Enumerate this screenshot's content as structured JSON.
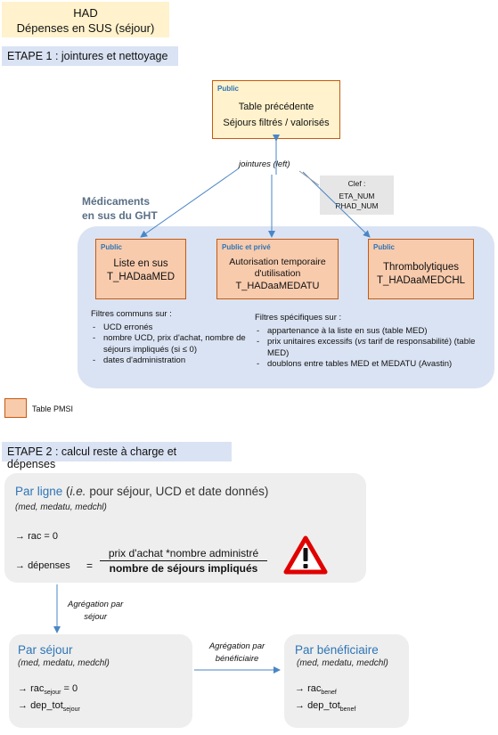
{
  "header": {
    "line1": "HAD",
    "line2": "Dépenses en SUS (séjour)"
  },
  "step1": {
    "label": "ETAPE 1 : jointures et nettoyage"
  },
  "step2": {
    "label": "ETAPE 2 : calcul reste à charge et dépenses"
  },
  "source_table": {
    "tag": "Public",
    "line1": "Table précédente",
    "line2": "Séjours filtrés / valorisés"
  },
  "join_label": "jointures (left)",
  "clef": {
    "title": "Clef :",
    "k1": "ETA_NUM",
    "k2": "RHAD_NUM"
  },
  "group_label": {
    "line1": "Médicaments",
    "line2": "en sus du GHT"
  },
  "tables": [
    {
      "tag": "Public",
      "line1": "Liste en sus",
      "line2": "T_HADaaMED"
    },
    {
      "tag": "Public et privé",
      "line1": "Autorisation temporaire",
      "line2": "d'utilisation",
      "line3": "T_HADaaMEDATU"
    },
    {
      "tag": "Public",
      "line1": "Thrombolytiques",
      "line2": "T_HADaaMEDCHL"
    }
  ],
  "common_filters": {
    "title": "Filtres communs sur :",
    "items": [
      "UCD erronés",
      "nombre UCD, prix d'achat, nombre de séjours impliqués (si ≤ 0)",
      "dates d'administration"
    ]
  },
  "specific_filters": {
    "title": "Filtres spécifiques sur :",
    "i1": "appartenance à la liste en sus (table MED)",
    "i2a": "prix unitaires excessifs (",
    "i2b": "vs",
    "i2c": " tarif de responsabilité) (table MED)",
    "i3": "doublons entre tables MED et MEDATU (Avastin)"
  },
  "legend": {
    "label": "Table PMSI"
  },
  "par_ligne": {
    "title": "Par ligne",
    "title_paren_open": " (",
    "title_ie": "i.e.",
    "title_rest": " pour séjour, UCD et date donnés)",
    "tables": "(med, medatu, medchl)",
    "rac": "rac = 0",
    "dep_label": "dépenses",
    "eq": "=",
    "numerator": "prix d'achat *nombre administré",
    "denominator": "nombre de séjours impliqués"
  },
  "agg_sejour": {
    "line1": "Agrégation par",
    "line2": "séjour"
  },
  "agg_benef": {
    "line1": "Agrégation par",
    "line2": "bénéficiaire"
  },
  "par_sejour": {
    "title": "Par séjour",
    "tables": "(med, medatu, medchl)",
    "rac": "rac",
    "rac_sub": "sejour",
    "rac_val": " = 0",
    "dep": "dep_tot",
    "dep_sub": "sejour"
  },
  "par_benef": {
    "title": "Par bénéficiaire",
    "tables": "(med, medatu, medchl)",
    "rac": "rac",
    "rac_sub": "benef",
    "dep": "dep_tot",
    "dep_sub": "benef"
  },
  "colors": {
    "table_fill": "#f8cbad",
    "table_border": "#c55a11",
    "accent": "#2e75b6",
    "warning": "#e00000"
  },
  "icons": {
    "arrow": "right-arrow-icon",
    "warning": "warning-triangle-icon"
  }
}
